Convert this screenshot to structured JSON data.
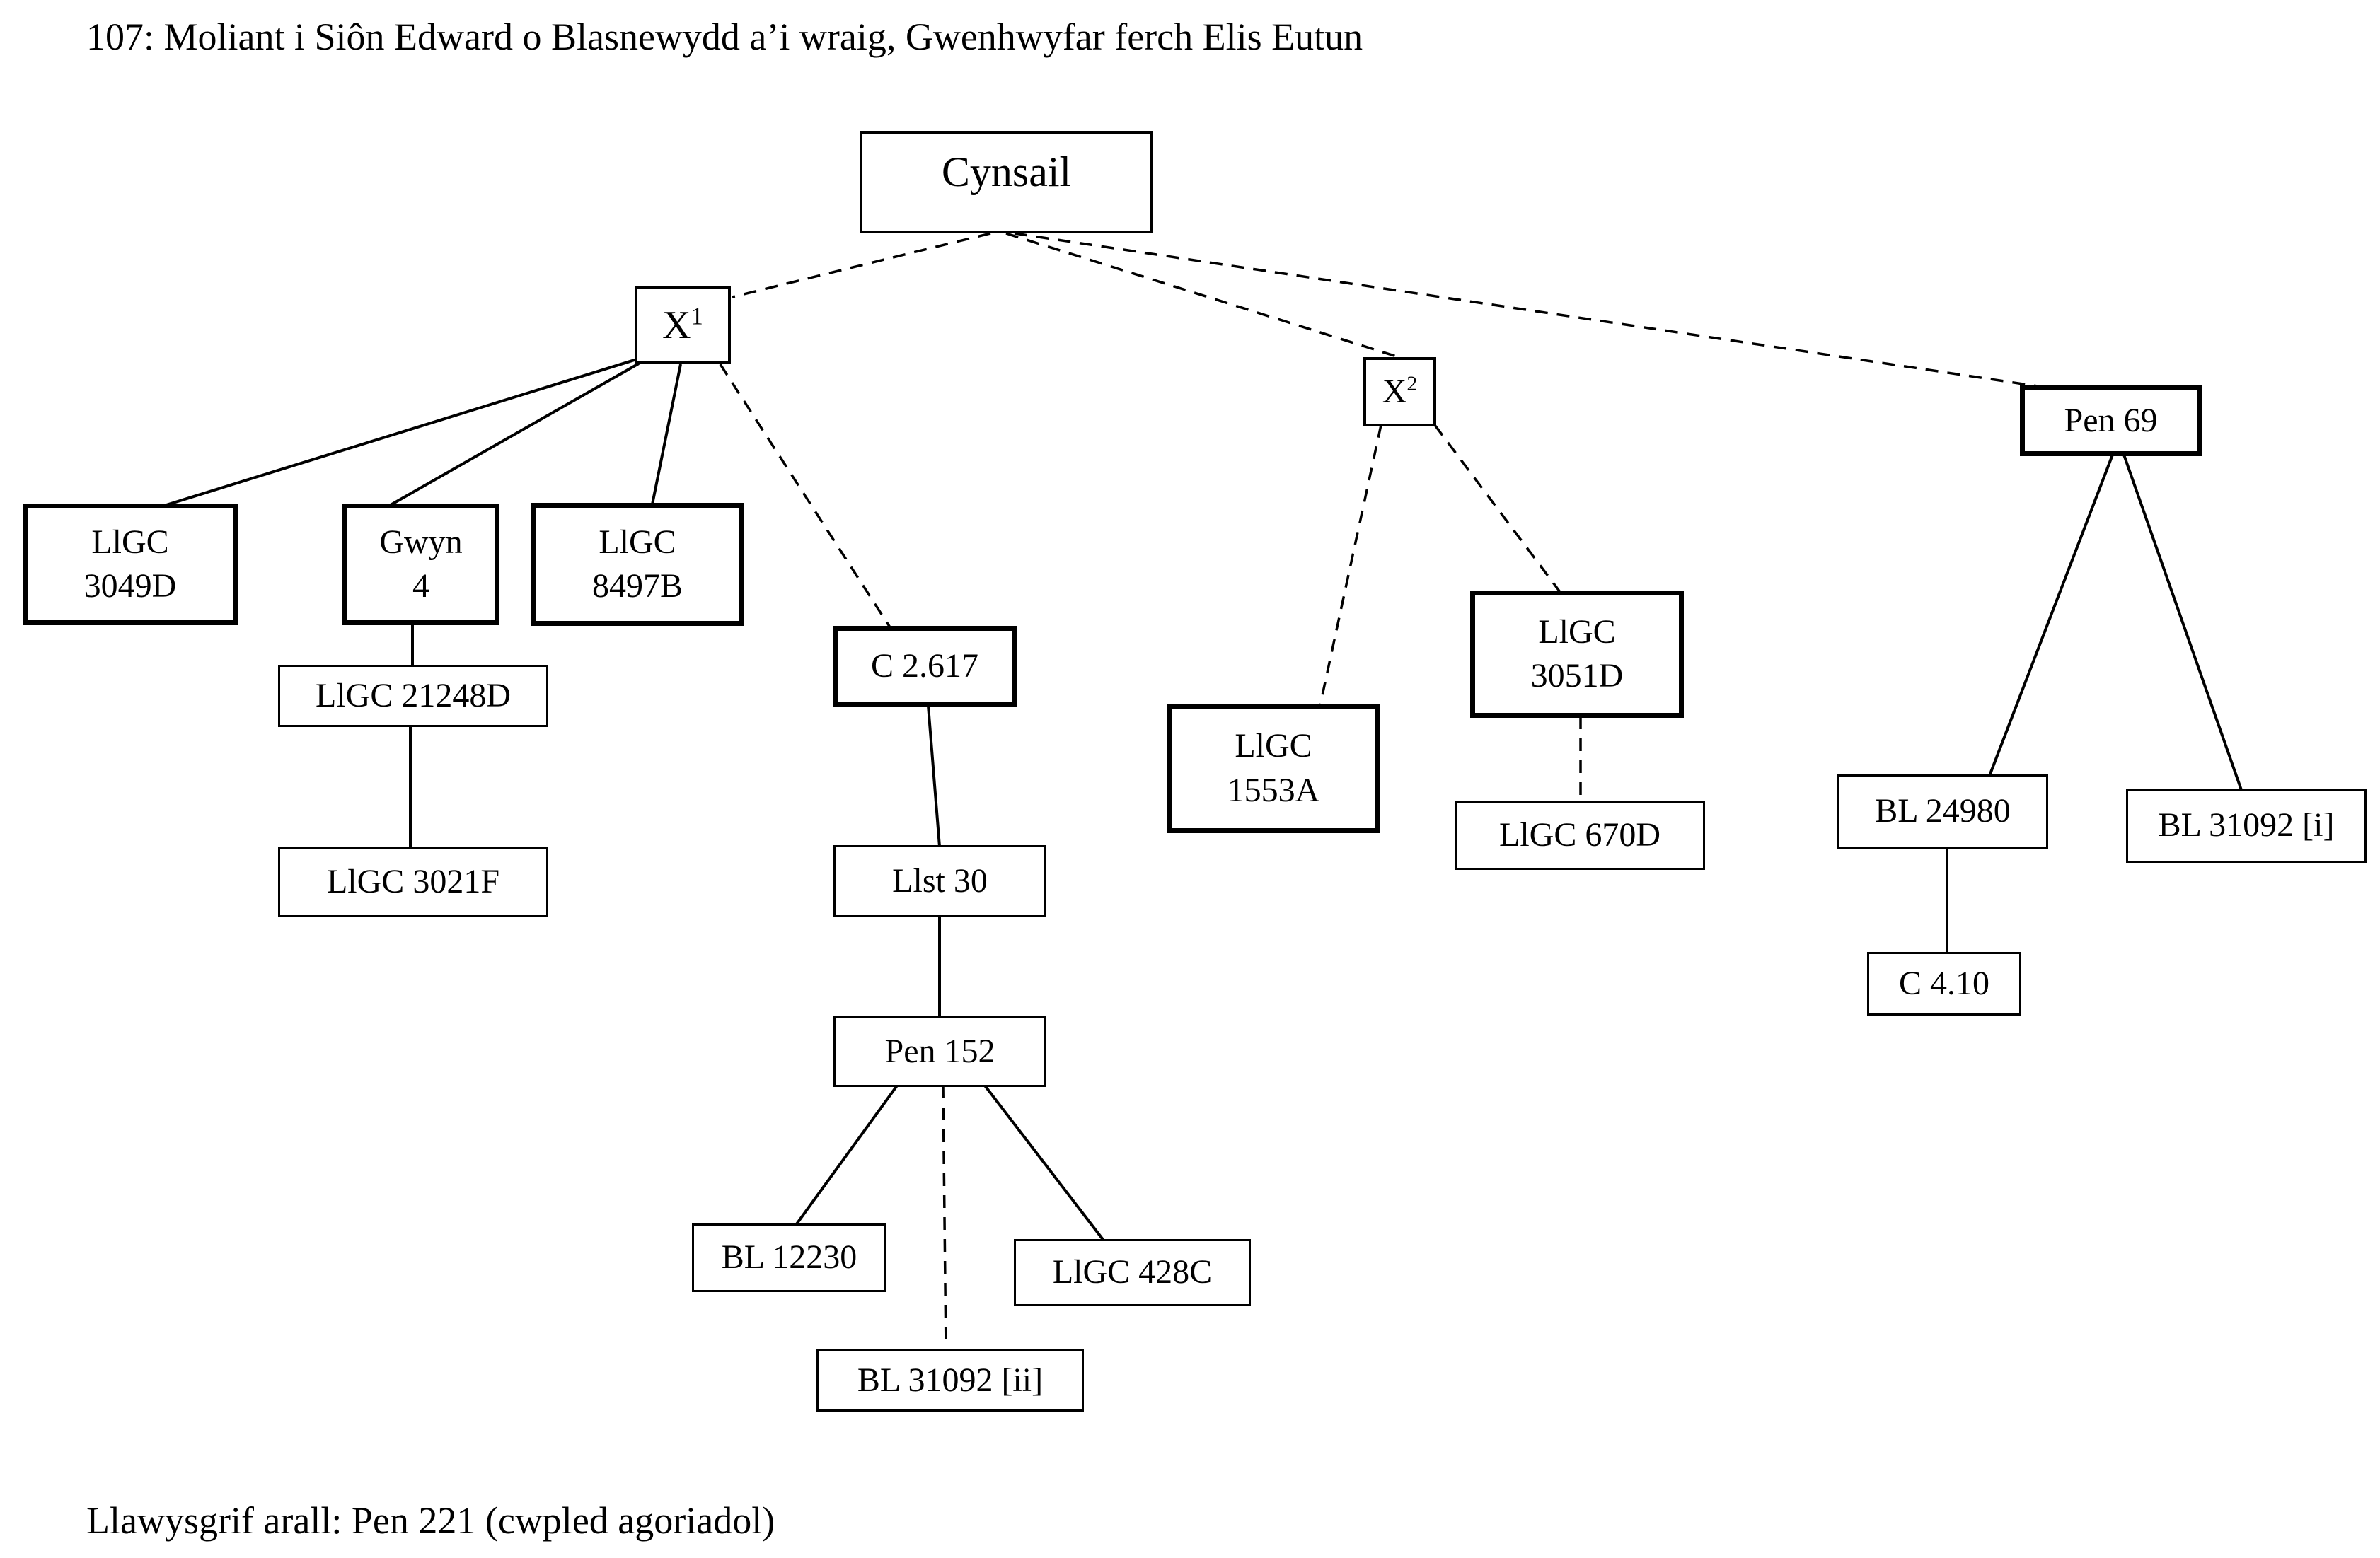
{
  "page": {
    "title": "107: Moliant i Siôn Edward o Blasnewydd a’i wraig, Gwenhwyfar ferch Elis Eutun",
    "footer": "Llawysgrif arall: Pen 221 (cwpled agoriadol)"
  },
  "colors": {
    "ink": "#000000",
    "background": "#ffffff"
  },
  "diagram": {
    "root_label": "Cynsail",
    "nodes": {
      "cynsail": {
        "label": "Cynsail"
      },
      "x1": {
        "base": "X",
        "sup": "1"
      },
      "x2": {
        "base": "X",
        "sup": "2"
      },
      "pen69": {
        "label": "Pen 69"
      },
      "llgc3049d": {
        "label": "LlGC\n3049D"
      },
      "gwyn4": {
        "label": "Gwyn\n4"
      },
      "llgc8497b": {
        "label": "LlGC\n8497B"
      },
      "c2617": {
        "label": "C 2.617"
      },
      "llgc21248d": {
        "label": "LlGC 21248D"
      },
      "llgc3021f": {
        "label": "LlGC 3021F"
      },
      "llst30": {
        "label": "Llst 30"
      },
      "pen152": {
        "label": "Pen 152"
      },
      "bl12230": {
        "label": "BL 12230"
      },
      "llgc428c": {
        "label": "LlGC 428C"
      },
      "bl31092ii": {
        "label": "BL 31092 [ii]"
      },
      "llgc1553a": {
        "label": "LlGC\n1553A"
      },
      "llgc3051d": {
        "label": "LlGC\n3051D"
      },
      "llgc670d": {
        "label": "LlGC 670D"
      },
      "bl24980": {
        "label": "BL 24980"
      },
      "bl31092i": {
        "label": "BL 31092 [i]"
      },
      "c410": {
        "label": "C 4.10"
      }
    },
    "edges": [
      {
        "from": "cynsail",
        "to": "x1",
        "style": "dashed"
      },
      {
        "from": "cynsail",
        "to": "x2",
        "style": "dashed"
      },
      {
        "from": "cynsail",
        "to": "pen69",
        "style": "dashed"
      },
      {
        "from": "x1",
        "to": "llgc3049d",
        "style": "solid"
      },
      {
        "from": "x1",
        "to": "gwyn4",
        "style": "solid"
      },
      {
        "from": "x1",
        "to": "llgc8497b",
        "style": "solid"
      },
      {
        "from": "x1",
        "to": "c2617",
        "style": "dashed"
      },
      {
        "from": "gwyn4",
        "to": "llgc21248d",
        "style": "solid"
      },
      {
        "from": "llgc21248d",
        "to": "llgc3021f",
        "style": "solid"
      },
      {
        "from": "c2617",
        "to": "llst30",
        "style": "solid"
      },
      {
        "from": "llst30",
        "to": "pen152",
        "style": "solid"
      },
      {
        "from": "pen152",
        "to": "bl12230",
        "style": "solid"
      },
      {
        "from": "pen152",
        "to": "llgc428c",
        "style": "solid"
      },
      {
        "from": "pen152",
        "to": "bl31092ii",
        "style": "dashed"
      },
      {
        "from": "x2",
        "to": "llgc1553a",
        "style": "dashed"
      },
      {
        "from": "x2",
        "to": "llgc3051d",
        "style": "dashed"
      },
      {
        "from": "llgc3051d",
        "to": "llgc670d",
        "style": "dashed"
      },
      {
        "from": "pen69",
        "to": "bl24980",
        "style": "solid"
      },
      {
        "from": "pen69",
        "to": "bl31092i",
        "style": "solid"
      },
      {
        "from": "bl24980",
        "to": "c410",
        "style": "solid"
      }
    ]
  }
}
